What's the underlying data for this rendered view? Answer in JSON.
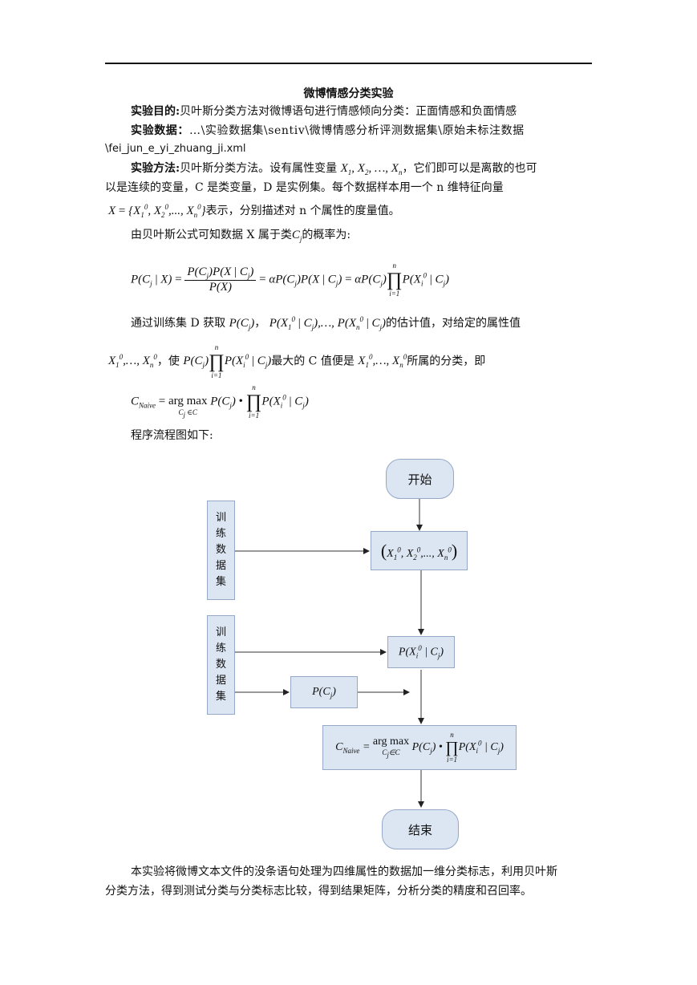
{
  "doc": {
    "title": "微博情感分类实验",
    "purpose_label": "实验目的:",
    "purpose_text": "贝叶斯分类方法对微博语句进行情感倾向分类：正面情感和负面情感",
    "data_label": "实验数据：",
    "data_text": "…\\实验数据集\\sentiv\\微博情感分析评测数据集\\原始未标注数据",
    "data_text2": "\\fei_jun_e_yi_zhuang_ji.xml",
    "method_label": "实验方法:",
    "method_l1a": "贝叶斯分类方法。设有属性变量",
    "method_l1b": "，它们即可以是离散的也可",
    "method_l2": "以是连续的变量，C  是类变量，D  是实例集。每个数据样本用一个 n 维特征向量",
    "method_l3": "表示，分别描述对 n 个属性的度量值。",
    "bayes_intro": "由贝叶斯公式可知数据 X 属于类",
    "bayes_intro_end": "的概率为:",
    "train_l1a": "通过训练集 D 获取",
    "train_l1b": "的估计值，对给定的属性值",
    "train_l2a": "，使",
    "train_l2b": "最大的 C 值便是",
    "train_l2c": "所属的分类，即",
    "flow_intro": "程序流程图如下:",
    "conclusion_l1": "本实验将微博文本文件的没条语句处理为四维属性的数据加一维分类标志，利用贝叶斯",
    "conclusion_l2": "分类方法，得到测试分类与分类标志比较，得到结果矩阵，分析分类的精度和召回率。"
  },
  "flow": {
    "start": "开始",
    "end": "结束",
    "train1": [
      "训",
      "练",
      "数",
      "据",
      "集"
    ],
    "train2": [
      "训",
      "练",
      "数",
      "据",
      "集"
    ]
  }
}
